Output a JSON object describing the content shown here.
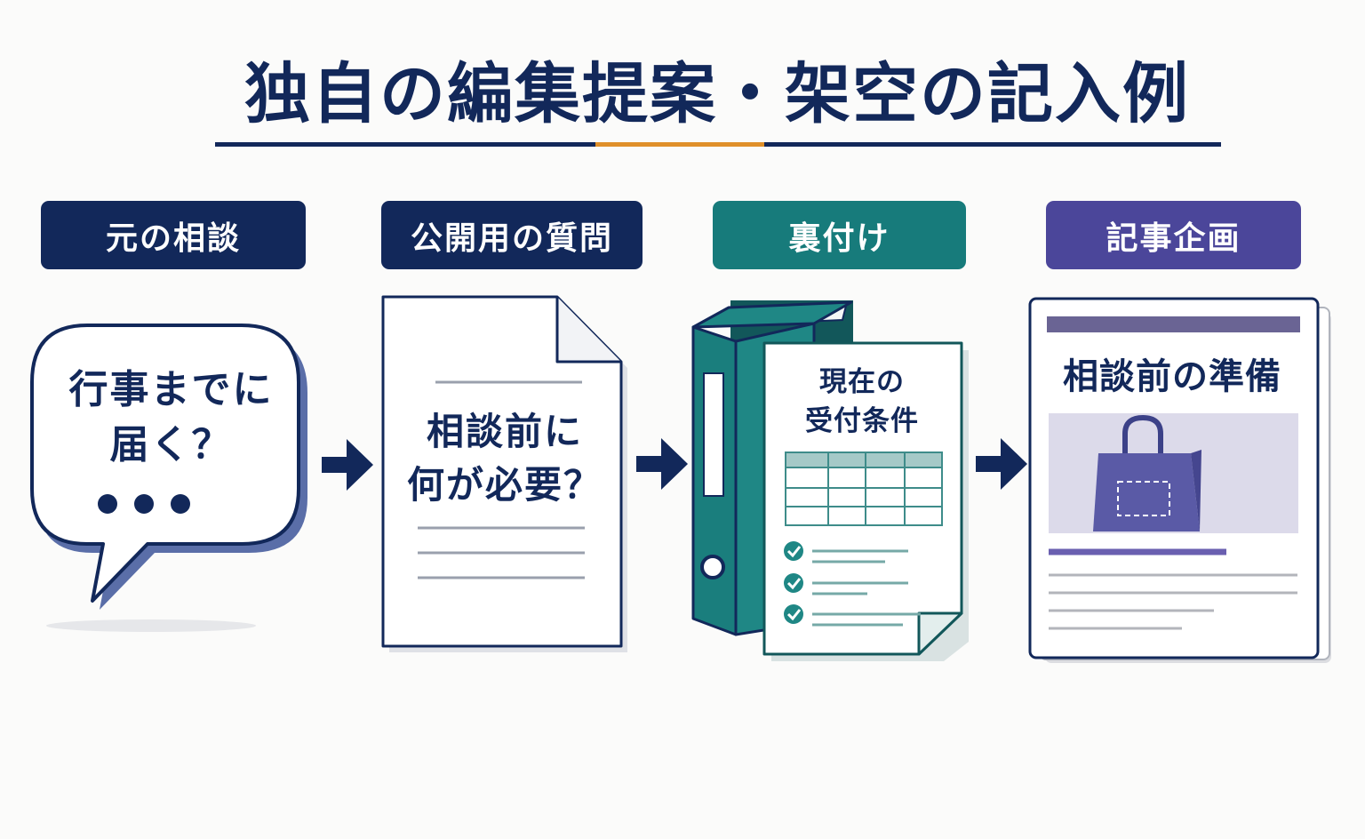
{
  "title": "独自の編集提案・架空の記入例",
  "colors": {
    "navy": "#12285a",
    "teal": "#177b7b",
    "purple": "#4b469a",
    "accent": "#e0902a"
  },
  "steps": [
    {
      "label": "元の相談",
      "content": "行事までに\n届く？",
      "icon": "speech-bubble-icon"
    },
    {
      "label": "公開用の質問",
      "content": "相談前に\n何が必要？",
      "icon": "document-icon"
    },
    {
      "label": "裏付け",
      "content": "現在の\n受付条件",
      "icon": "binder-icon"
    },
    {
      "label": "記事企画",
      "content": "相談前の準備",
      "icon": "article-icon"
    }
  ]
}
